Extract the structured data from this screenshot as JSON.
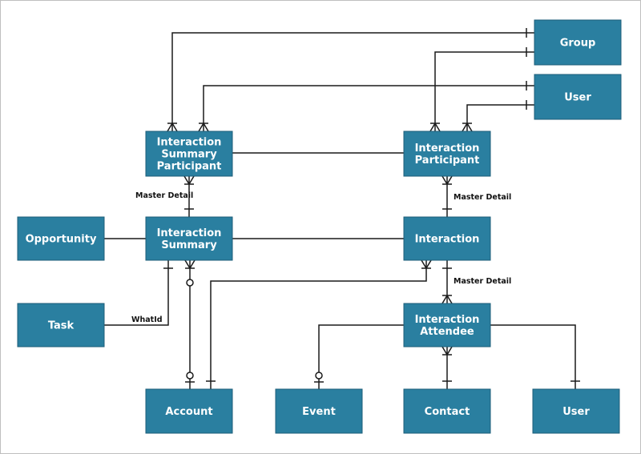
{
  "entities": {
    "group": {
      "label": [
        "Group"
      ]
    },
    "user_top": {
      "label": [
        "User"
      ]
    },
    "interaction_summary_participant": {
      "label": [
        "Interaction",
        "Summary",
        "Participant"
      ]
    },
    "interaction_participant": {
      "label": [
        "Interaction",
        "Participant"
      ]
    },
    "opportunity": {
      "label": [
        "Opportunity"
      ]
    },
    "interaction_summary": {
      "label": [
        "Interaction",
        "Summary"
      ]
    },
    "interaction": {
      "label": [
        "Interaction"
      ]
    },
    "task": {
      "label": [
        "Task"
      ]
    },
    "interaction_attendee": {
      "label": [
        "Interaction",
        "Attendee"
      ]
    },
    "account": {
      "label": [
        "Account"
      ]
    },
    "event": {
      "label": [
        "Event"
      ]
    },
    "contact": {
      "label": [
        "Contact"
      ]
    },
    "user_bottom": {
      "label": [
        "User"
      ]
    }
  },
  "relationship_labels": {
    "isp_is": "Master Detail",
    "ip_interaction": "Master Detail",
    "interaction_attendee": "Master Detail",
    "task_is": "WhatId"
  },
  "colors": {
    "entity_fill": "#2a7fa0",
    "entity_stroke": "#1c5e78",
    "line": "#1a1a1a"
  }
}
